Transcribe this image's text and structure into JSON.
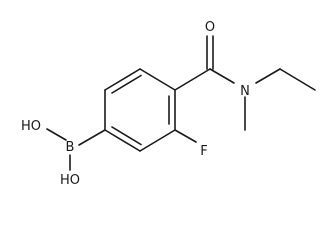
{
  "molecule": {
    "atoms": {
      "oxygen_carbonyl": "O",
      "nitrogen": "N",
      "fluorine": "F",
      "boron": "B",
      "hydroxyl_1": "HO",
      "hydroxyl_2": "HO"
    }
  }
}
